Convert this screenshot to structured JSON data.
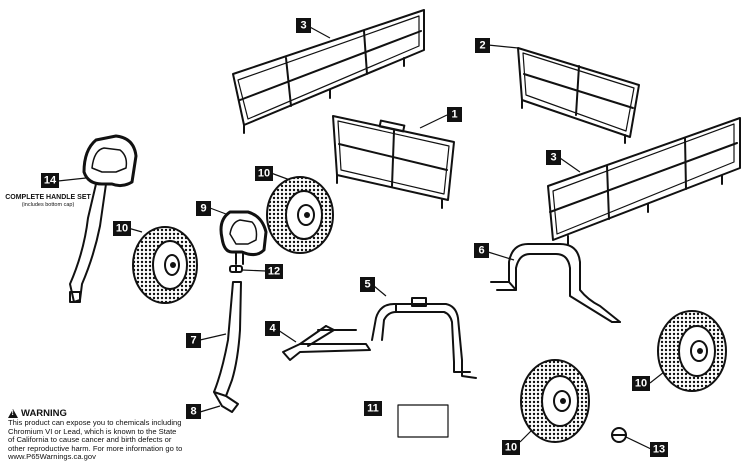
{
  "callouts": {
    "c1": "1",
    "c2": "2",
    "c3a": "3",
    "c3b": "3",
    "c4": "4",
    "c5": "5",
    "c6": "6",
    "c7": "7",
    "c8": "8",
    "c9": "9",
    "c10a": "10",
    "c10b": "10",
    "c10c": "10",
    "c10d": "10",
    "c11": "11",
    "c12": "12",
    "c13": "13",
    "c14": "14"
  },
  "handle_set": {
    "title": "COMPLETE HANDLE SET",
    "subtitle": "(includes bottom cap)"
  },
  "warning": {
    "title": "WARNING",
    "body": "This product can expose you to chemicals including Chromium VI or Lead, which is known to the State of California to cause cancer and birth defects or other reproductive harm.  For more information go to www.P65Warnings.ca.gov"
  },
  "colors": {
    "line": "#111111",
    "callout_bg": "#111111",
    "callout_text": "#ffffff",
    "tire": "#1a1a1a"
  }
}
